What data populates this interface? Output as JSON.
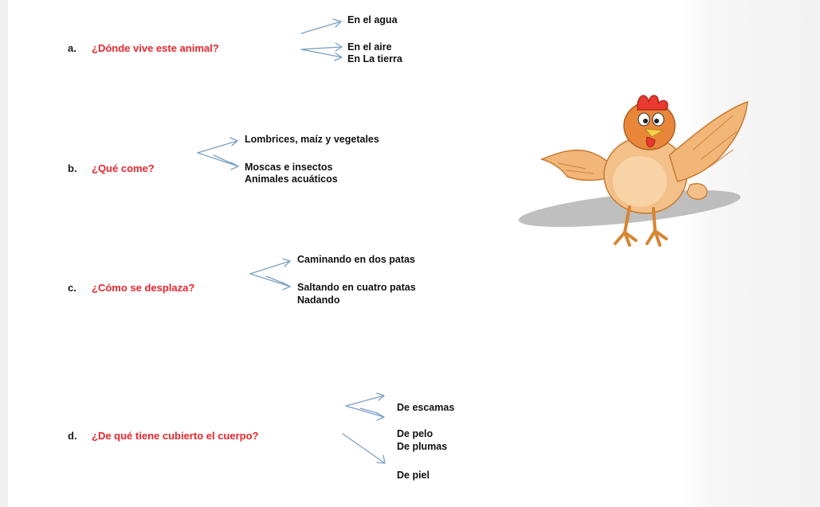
{
  "questions": [
    {
      "letter": "a.",
      "text": "¿Dónde vive este animal?",
      "options": [
        "En el agua",
        "En el aire",
        "En La tierra"
      ]
    },
    {
      "letter": "b.",
      "text": "¿Qué come?",
      "options": [
        "Lombrices, maíz y vegetales",
        "Moscas e insectos",
        "Animales acuáticos"
      ]
    },
    {
      "letter": "c.",
      "text": "¿Cómo se desplaza?",
      "options": [
        "Caminando en dos patas",
        "Saltando en cuatro patas",
        "Nadando"
      ]
    },
    {
      "letter": "d.",
      "text": "¿De qué tiene cubierto el cuerpo?",
      "options": [
        "De escamas",
        "De pelo",
        "De plumas",
        "De piel"
      ]
    }
  ],
  "colors": {
    "question": "#e8262d",
    "arrow": "#7a9fc4",
    "text": "#111111"
  },
  "illustration": "cartoon-hen"
}
